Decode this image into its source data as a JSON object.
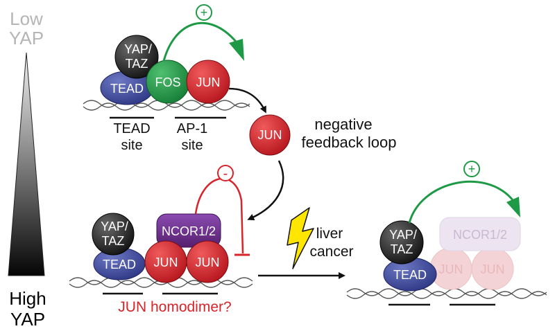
{
  "gradient": {
    "top_label": [
      "Low",
      "YAP"
    ],
    "bottom_label": [
      "High",
      "YAP"
    ]
  },
  "top_complex": {
    "yap_taz": [
      "YAP/",
      "TAZ"
    ],
    "tead": "TEAD",
    "fos": "FOS",
    "jun": "JUN",
    "plus_sign": "+",
    "tead_site": [
      "TEAD",
      "site"
    ],
    "ap1_site": [
      "AP-1",
      "site"
    ]
  },
  "feedback": {
    "jun": "JUN",
    "label": [
      "negative",
      "feedback loop"
    ]
  },
  "bottom_left_complex": {
    "yap_taz": [
      "YAP/",
      "TAZ"
    ],
    "tead": "TEAD",
    "ncor": "NCOR1/2",
    "jun1": "JUN",
    "jun2": "JUN",
    "minus_sign": "-",
    "homodimer_label": "JUN homodimer?"
  },
  "transition": {
    "label": [
      "liver",
      "cancer"
    ]
  },
  "bottom_right_complex": {
    "yap_taz": [
      "YAP/",
      "TAZ"
    ],
    "tead": "TEAD",
    "ncor": "NCOR1/2",
    "jun1": "JUN",
    "jun2": "JUN",
    "plus_sign": "+"
  },
  "colors": {
    "red": "#d7242a",
    "green": "#1e9a46",
    "purple": "#6e2f8e",
    "tead_blue": "#3e4a9c",
    "faded": "#f3d3d5"
  }
}
